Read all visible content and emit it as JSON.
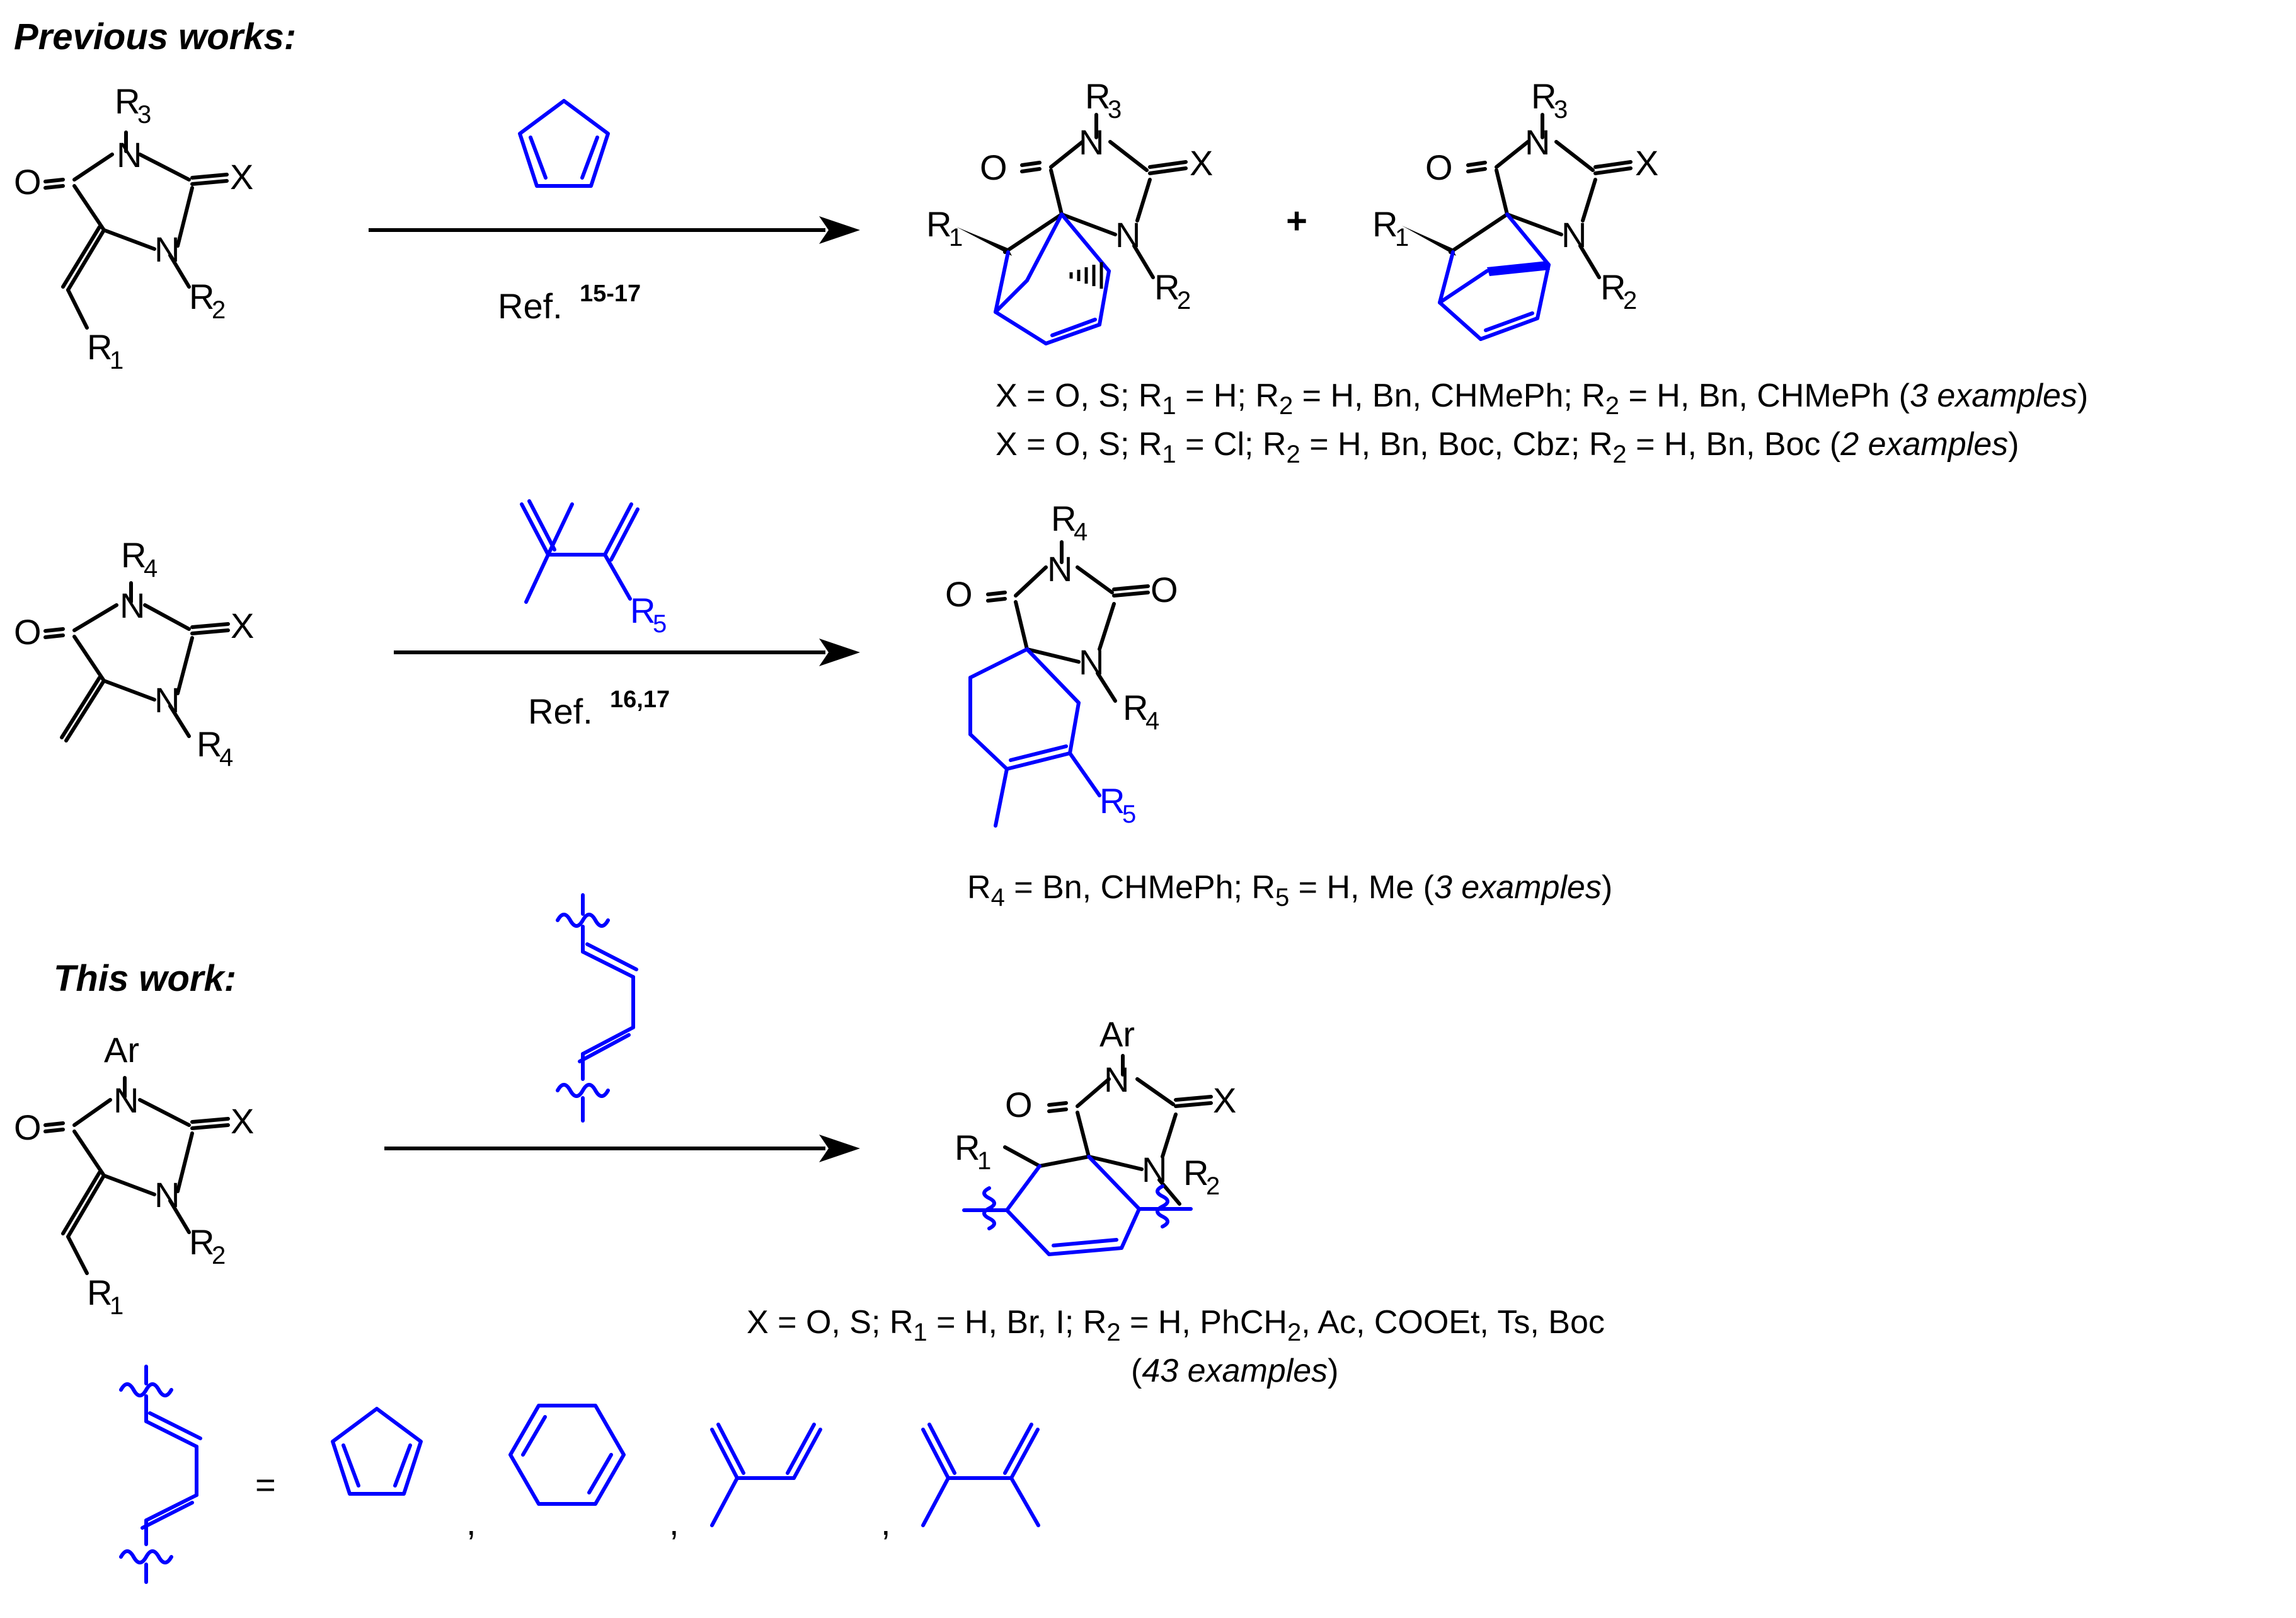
{
  "headers": {
    "previous": "Previous works:",
    "this": "This work:"
  },
  "reactions": {
    "r1": {
      "ref_prefix": "Ref.",
      "ref_nums": "15-17",
      "plus": "+"
    },
    "r2": {
      "ref_prefix": "Ref.",
      "ref_nums": "16,17"
    }
  },
  "atoms": {
    "R1": "R",
    "R2": "R",
    "R3": "R",
    "R4": "R",
    "R5": "R",
    "sub1": "1",
    "sub2": "2",
    "sub3": "3",
    "sub4": "4",
    "sub5": "5",
    "O": "O",
    "N": "N",
    "X": "X",
    "Ar": "Ar"
  },
  "conditions": {
    "line1": {
      "a": "X = O, S; R",
      "s1": "1",
      "b": " = H; R",
      "s2": "2",
      "c": " = H, Bn, CHMePh; R",
      "s3": "2",
      "d": " = H, Bn, CHMePh (",
      "e": "3 examples",
      "f": ")"
    },
    "line2": {
      "a": "X = O, S; R",
      "s1": "1",
      "b": " = Cl; R",
      "s2": "2",
      "c": " = H, Bn, Boc, Cbz; R",
      "s3": "2",
      "d": " = H, Bn, Boc (",
      "e": "2 examples",
      "f": ")"
    },
    "line3": {
      "a": "R",
      "s1": "4",
      "b": " = Bn, CHMePh; R",
      "s2": "5",
      "c": " = H, Me  (",
      "e": "3 examples",
      "f": ")"
    },
    "line4": {
      "a": "X = O, S; R",
      "s1": "1",
      "b": " = H, Br, I; R",
      "s2": "2",
      "c": " = H, PhCH",
      "s3": "2",
      "d": ", Ac, COOEt, Ts, Boc"
    },
    "line5": {
      "a": "(",
      "e": "43 examples",
      "f": ")"
    }
  },
  "legend": {
    "equals": "=",
    "comma": ","
  },
  "colors": {
    "diene": "#0000ff",
    "bonds": "#000000"
  }
}
